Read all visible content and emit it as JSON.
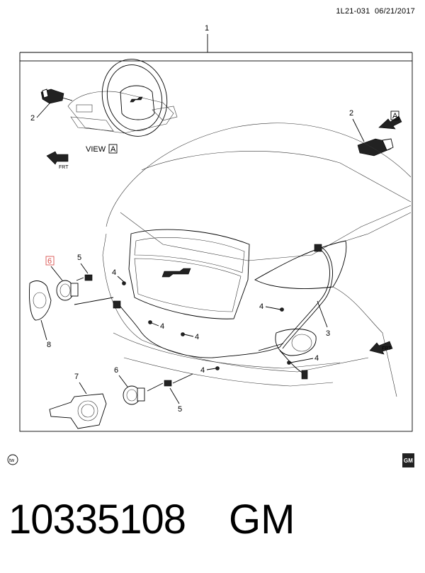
{
  "header": {
    "doc_code": "1L21-031",
    "date": "06/21/2017"
  },
  "footer": {
    "part_number": "10335108",
    "brand": "GM",
    "tw_mark": "tw",
    "gm_logo_text": "GM"
  },
  "diagram": {
    "view_label": "VIEW",
    "view_letter": "A",
    "frt_label": "FRT",
    "callouts": {
      "c1": "1",
      "c2_left": "2",
      "c2_right": "2",
      "c3": "3",
      "c4_a": "4",
      "c4_b": "4",
      "c4_c": "4",
      "c4_d": "4",
      "c4_e": "4",
      "c4_f": "4",
      "c5_top": "5",
      "c5_bottom": "5",
      "c6_top": "6",
      "c6_bottom": "6",
      "c7": "7",
      "c8": "8"
    },
    "highlight_color": "#d9534f"
  }
}
